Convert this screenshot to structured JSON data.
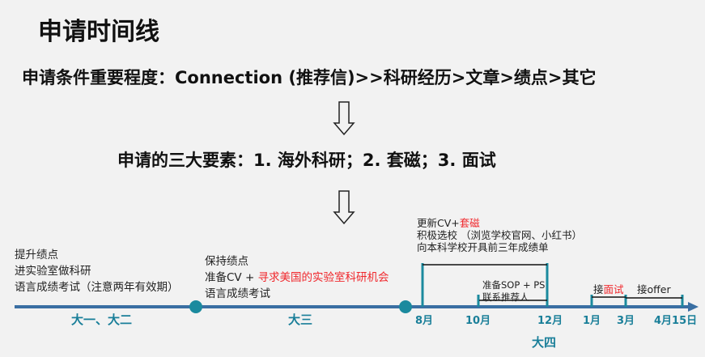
{
  "title": "申请时间线",
  "importance": "申请条件重要程度：Connection (推荐信)>>科研经历>文章>绩点>其它",
  "elements": "申请的三大要素：1. 海外科研；2. 套磁；3. 面试",
  "phase1": {
    "lines": [
      "提升绩点",
      "进实验室做科研",
      "语言成绩考试（注意两年有效期）"
    ],
    "label": "大一、大二"
  },
  "phase2": {
    "line1": "保持绩点",
    "line2_prefix": "准备CV + ",
    "line2_red": "寻求美国的实验室科研机会",
    "line3": "语言成绩考试",
    "label": "大三"
  },
  "phase3": {
    "line1_prefix": "更新CV+",
    "line1_red": "套磁",
    "line2": "积极选校 （浏览学校官网、小红书）",
    "line3": "向本科学校开具前三年成绩单",
    "sop1": "准备SOP + PS",
    "sop2": "联系推荐人",
    "interview_prefix": "接",
    "interview_red": "面试",
    "offer": "接offer",
    "label": "大四"
  },
  "months": [
    "8月",
    "10月",
    "12月",
    "1月",
    "3月",
    "4月15日"
  ],
  "colors": {
    "axis": "#3a6fa3",
    "dot": "#1b8a9e",
    "label": "#1a7f99",
    "highlight": "#f0262b"
  }
}
